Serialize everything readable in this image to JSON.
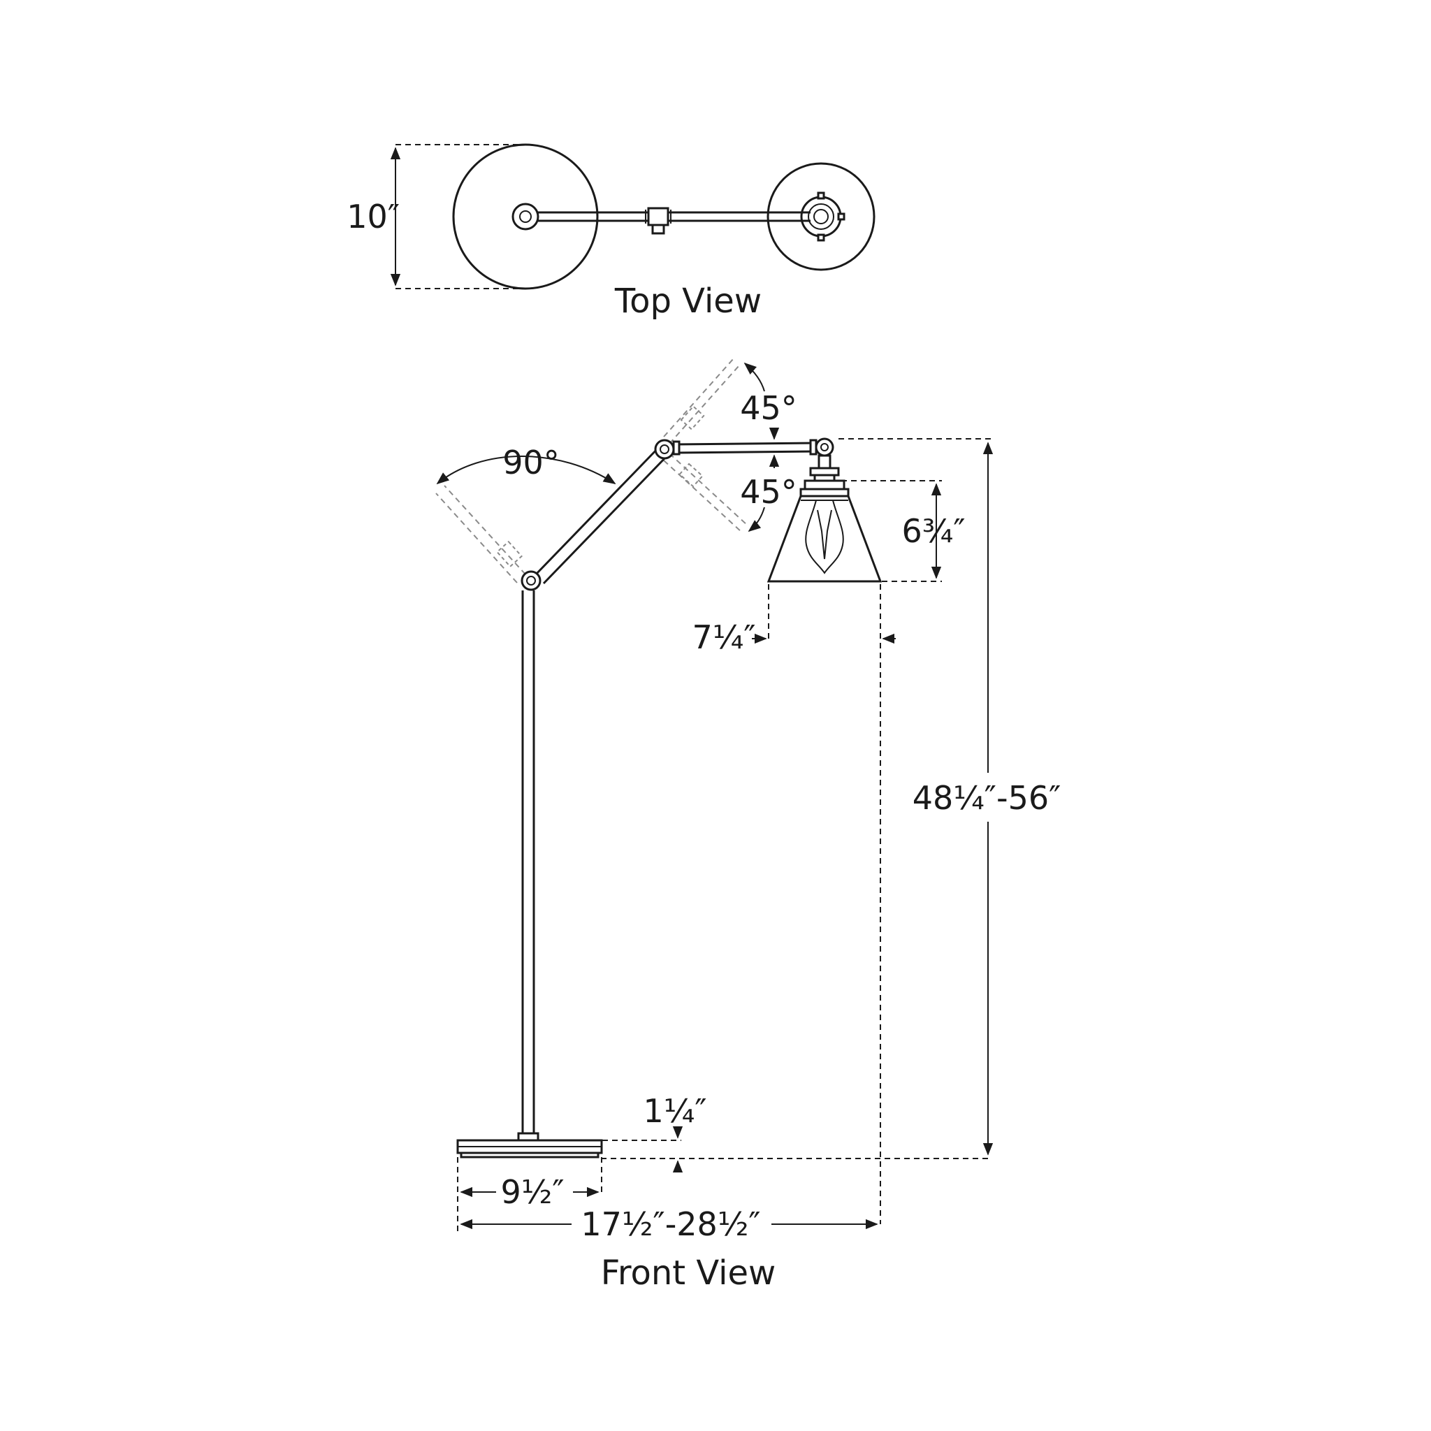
{
  "top_view": {
    "title": "Top View",
    "shade_diameter": "10″"
  },
  "front_view": {
    "title": "Front View",
    "arm_rotation_angle": "90°",
    "upper_tilt_angle": "45°",
    "lower_tilt_angle": "45°",
    "shade_height": "6¾″",
    "shade_width": "7¼″",
    "overall_height": "48¼″-56″",
    "base_height": "1¼″",
    "base_width": "9½″",
    "overall_extension": "17½″-28½″"
  }
}
